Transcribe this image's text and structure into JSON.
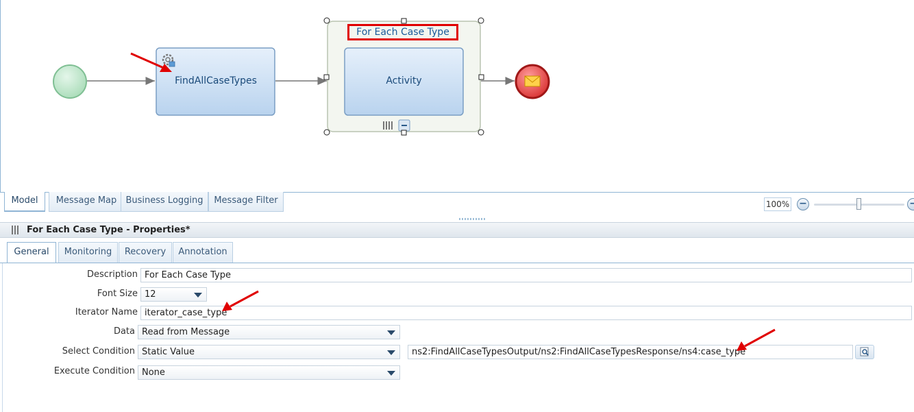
{
  "diagram": {
    "task_label": "FindAllCaseTypes",
    "foreach_title": "For Each Case Type",
    "activity_label": "Activity"
  },
  "model_tabs": [
    {
      "label": "Model",
      "active": true
    },
    {
      "label": "Message Map",
      "active": false
    },
    {
      "label": "Business Logging",
      "active": false
    },
    {
      "label": "Message Filter",
      "active": false
    }
  ],
  "zoom": {
    "level": "100%",
    "out_icon": "minus-icon",
    "in_icon": "plus-icon"
  },
  "properties": {
    "title": "For Each Case Type - Properties*",
    "tabs": [
      {
        "label": "General",
        "active": true
      },
      {
        "label": "Monitoring",
        "active": false
      },
      {
        "label": "Recovery",
        "active": false
      },
      {
        "label": "Annotation",
        "active": false
      }
    ],
    "fields": {
      "description": {
        "label": "Description",
        "value": "For Each Case Type"
      },
      "font_size": {
        "label": "Font Size",
        "value": "12"
      },
      "iterator_name": {
        "label": "Iterator Name",
        "value": "iterator_case_type"
      },
      "data": {
        "label": "Data",
        "value": "Read from Message"
      },
      "select_condition": {
        "label": "Select Condition",
        "value": "Static Value",
        "expression": "ns2:FindAllCaseTypesOutput/ns2:FindAllCaseTypesResponse/ns4:case_type"
      },
      "execute_condition": {
        "label": "Execute Condition",
        "value": "None"
      }
    }
  },
  "colors": {
    "annotation_red": "#e00000",
    "tab_border": "#8fb4d4",
    "task_fill": "#c8dcf2",
    "start_fill": "#bde6c8",
    "end_fill": "#e85050"
  }
}
